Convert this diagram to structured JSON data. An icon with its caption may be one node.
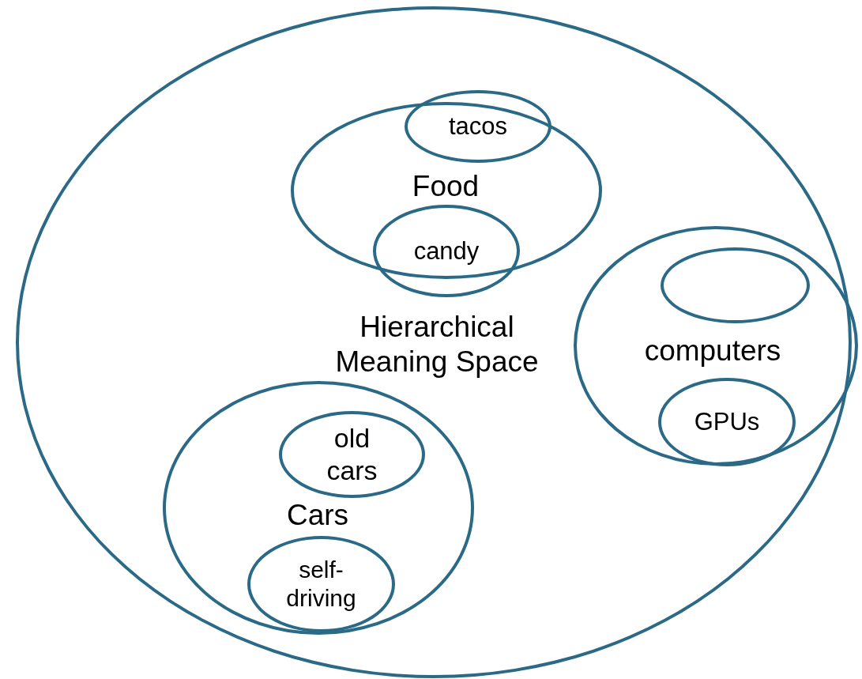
{
  "diagram": {
    "nodes": [
      {
        "text": [
          "Hierarchical Meaning Space"
        ]
      },
      {
        "text": [
          "Food"
        ],
        "in": 0
      },
      {
        "text": [
          "tacos"
        ],
        "in": 0
      },
      {
        "text": [
          "candy"
        ],
        "in": 0
      },
      {
        "text": [
          "computers"
        ],
        "in": 0
      },
      {
        "text": [],
        "shape": "circle",
        "in": 4
      },
      {
        "text": [
          "GPUs"
        ],
        "in": 4
      },
      {
        "text": [
          "Cars"
        ],
        "in": 0
      },
      {
        "text": [
          "old cars"
        ],
        "in": 7
      },
      {
        "text": [
          "self-driving"
        ],
        "in": 7
      }
    ]
  }
}
